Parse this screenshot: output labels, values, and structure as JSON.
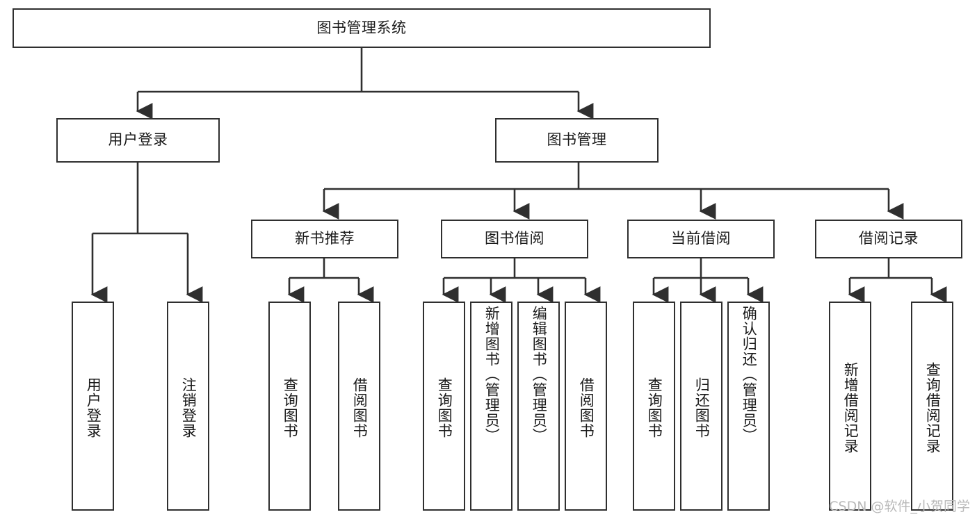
{
  "diagram": {
    "title": "图书管理系统",
    "type": "tree-hierarchy-diagram",
    "watermark": "CSDN @软件_小贺同学",
    "colors": {
      "box_border": "#2f2f2f",
      "box_fill": "#ffffff",
      "connector": "#2f2f2f",
      "text": "#1a1a1a",
      "watermark": "#b9b9b9",
      "background": "#ffffff"
    },
    "root": {
      "id": "root",
      "label": "图书管理系统",
      "orientation": "horizontal"
    },
    "level2": [
      {
        "id": "user-login",
        "label": "用户登录",
        "orientation": "horizontal"
      },
      {
        "id": "book-manage",
        "label": "图书管理",
        "orientation": "horizontal"
      }
    ],
    "level3": [
      {
        "id": "new-book-recommend",
        "label": "新书推荐",
        "orientation": "horizontal",
        "parent": "book-manage"
      },
      {
        "id": "book-borrow",
        "label": "图书借阅",
        "orientation": "horizontal",
        "parent": "book-manage"
      },
      {
        "id": "current-borrow",
        "label": "当前借阅",
        "orientation": "horizontal",
        "parent": "book-manage"
      },
      {
        "id": "borrow-record",
        "label": "借阅记录",
        "orientation": "horizontal",
        "parent": "book-manage"
      }
    ],
    "leaves": [
      {
        "id": "leaf-user-login",
        "label": "用户登录",
        "parent": "user-login",
        "orientation": "vertical"
      },
      {
        "id": "leaf-logout-login",
        "label": "注销登录",
        "parent": "user-login",
        "orientation": "vertical"
      },
      {
        "id": "leaf-query-book-1",
        "label": "查询图书",
        "parent": "new-book-recommend",
        "orientation": "vertical"
      },
      {
        "id": "leaf-borrow-book-1",
        "label": "借阅图书",
        "parent": "new-book-recommend",
        "orientation": "vertical"
      },
      {
        "id": "leaf-query-book-2",
        "label": "查询图书",
        "parent": "book-borrow",
        "orientation": "vertical"
      },
      {
        "id": "leaf-add-book",
        "label": "新增图书（管理员）",
        "parent": "book-borrow",
        "orientation": "vertical"
      },
      {
        "id": "leaf-edit-book",
        "label": "编辑图书（管理员）",
        "parent": "book-borrow",
        "orientation": "vertical"
      },
      {
        "id": "leaf-borrow-book-2",
        "label": "借阅图书",
        "parent": "book-borrow",
        "orientation": "vertical"
      },
      {
        "id": "leaf-query-book-3",
        "label": "查询图书",
        "parent": "current-borrow",
        "orientation": "vertical"
      },
      {
        "id": "leaf-return-book",
        "label": "归还图书",
        "parent": "current-borrow",
        "orientation": "vertical"
      },
      {
        "id": "leaf-confirm-return",
        "label": "确认归还（管理员）",
        "parent": "current-borrow",
        "orientation": "vertical"
      },
      {
        "id": "leaf-add-record",
        "label": "新增借阅记录",
        "parent": "borrow-record",
        "orientation": "vertical"
      },
      {
        "id": "leaf-query-record",
        "label": "查询借阅记录",
        "parent": "borrow-record",
        "orientation": "vertical"
      }
    ]
  }
}
